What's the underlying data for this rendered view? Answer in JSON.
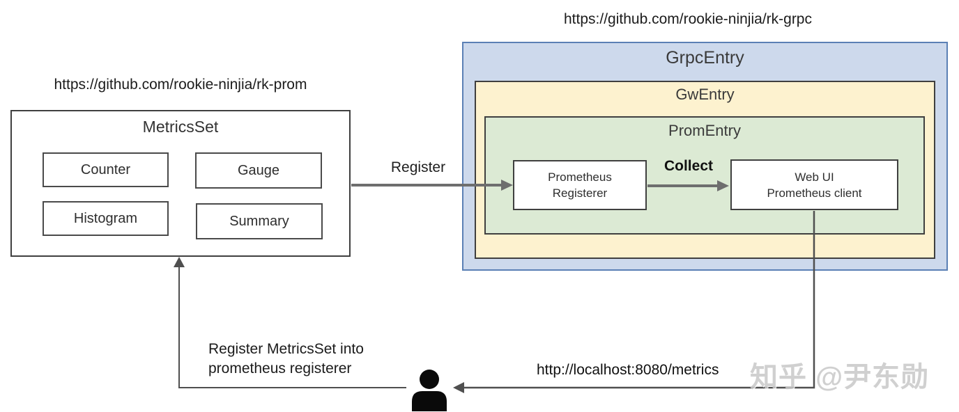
{
  "labels": {
    "left_url": "https://github.com/rookie-ninjia/rk-prom",
    "top_url": "https://github.com/rookie-ninjia/rk-grpc",
    "register_arrow": "Register",
    "collect_arrow": "Collect",
    "metrics_endpoint": "http://localhost:8080/metrics",
    "register_note_line1": "Register MetricsSet into",
    "register_note_line2": "prometheus registerer",
    "watermark": "知乎 @尹东勋"
  },
  "metrics_set": {
    "title": "MetricsSet",
    "items": [
      "Counter",
      "Gauge",
      "Histogram",
      "Summary"
    ]
  },
  "grpc_entry": {
    "title": "GrpcEntry",
    "gw_entry": {
      "title": "GwEntry",
      "prom_entry": {
        "title": "PromEntry",
        "registerer": {
          "line1": "Prometheus",
          "line2": "Registerer"
        },
        "web_ui": {
          "line1": "Web UI",
          "line2": "Prometheus client"
        }
      }
    }
  },
  "icons": {
    "person": "person-icon",
    "arrows": [
      "register-arrow",
      "collect-arrow",
      "scrape-arrow",
      "register-feedback-arrow"
    ]
  },
  "colors": {
    "grpc_entry_fill": "#cdd9ec",
    "grpc_entry_border": "#5b80b5",
    "gw_entry_fill": "#fdf2cf",
    "prom_entry_fill": "#dcead4",
    "box_border": "#3f3f3f",
    "thick_arrow": "#6e6e6e",
    "thin_arrow": "#4f4f4f",
    "watermark_gray": "#c8c8c8",
    "text": "#262626"
  }
}
